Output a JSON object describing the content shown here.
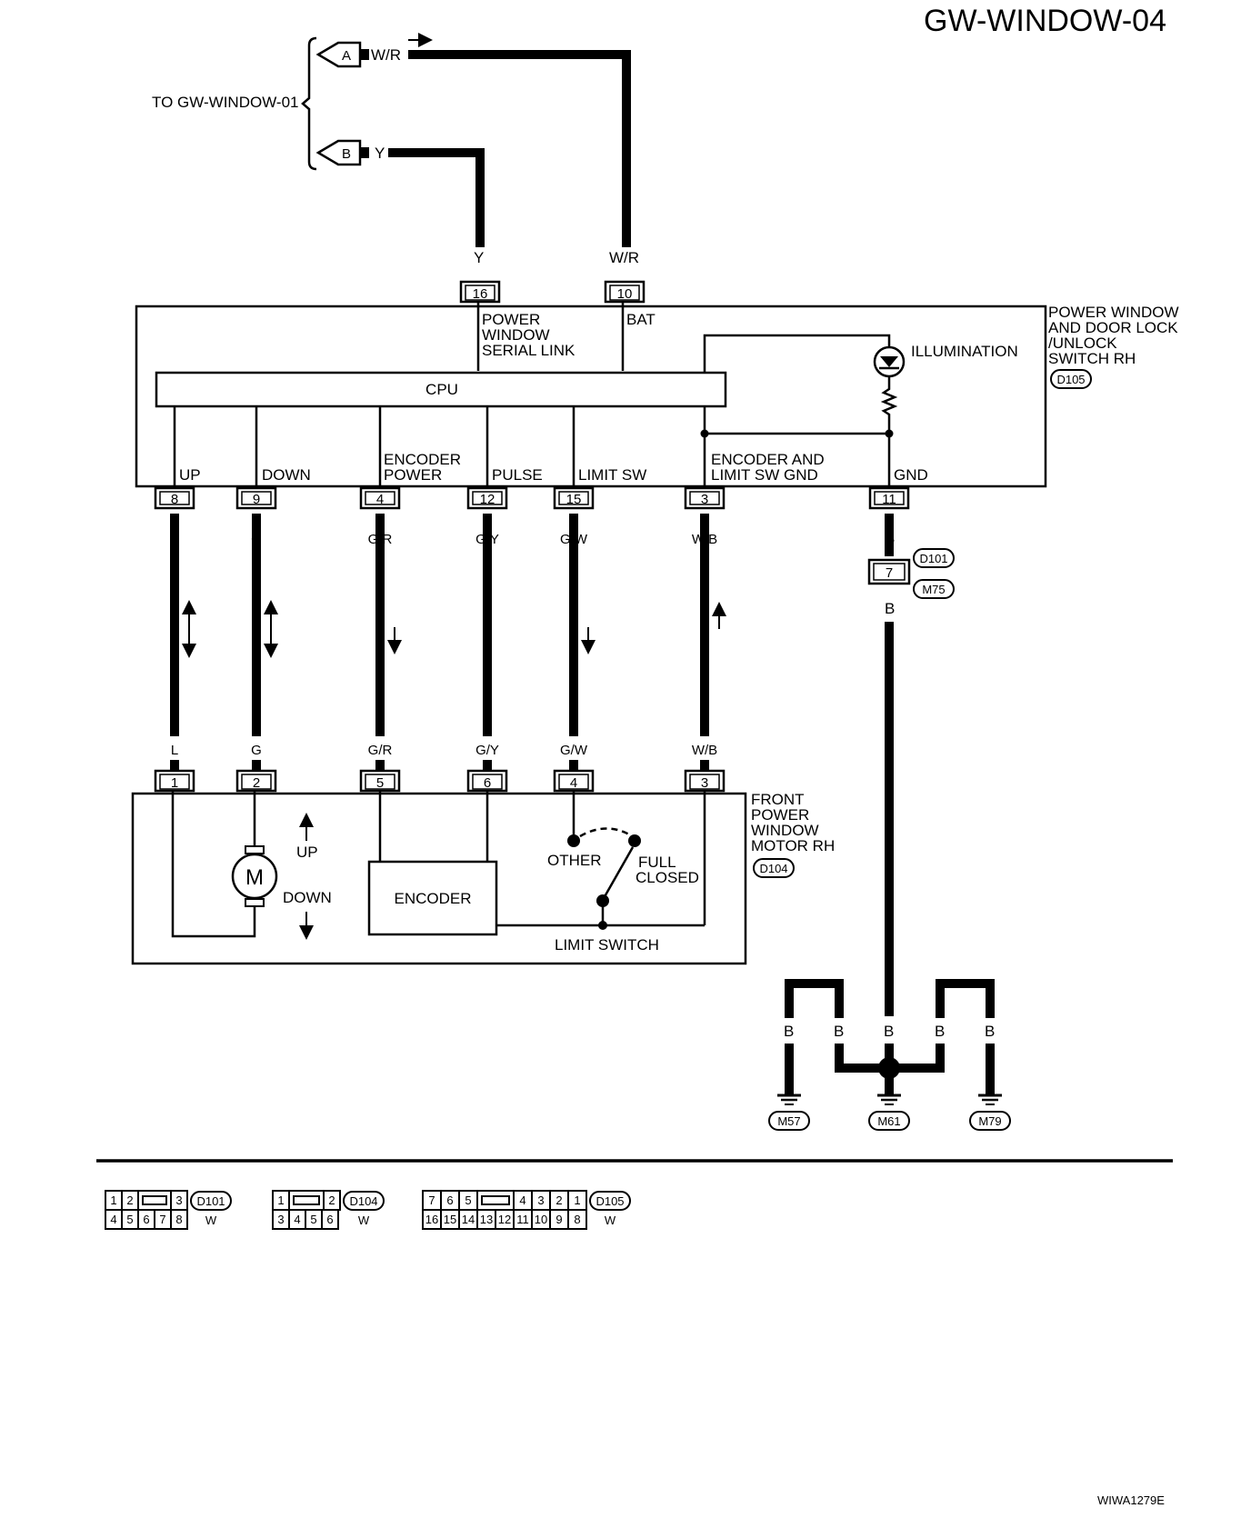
{
  "title": "GW-WINDOW-04",
  "figure_id": "WIWA1279E",
  "to_label": "TO GW-WINDOW-01",
  "offpage": [
    {
      "letter": "A",
      "color": "W/R"
    },
    {
      "letter": "B",
      "color": "Y"
    }
  ],
  "switch": {
    "name_lines": [
      "POWER WINDOW",
      "AND DOOR LOCK",
      "/UNLOCK",
      "SWITCH RH"
    ],
    "connector": "D105",
    "top_pins": [
      {
        "pin": "16",
        "wire": "Y"
      },
      {
        "pin": "10",
        "wire": "W/R"
      }
    ],
    "serial_link_lines": [
      "POWER",
      "WINDOW",
      "SERIAL LINK"
    ],
    "bat_label": "BAT",
    "cpu_label": "CPU",
    "illumination_label": "ILLUMINATION",
    "terminal_labels": {
      "up": "UP",
      "down": "DOWN",
      "encoder_power": [
        "ENCODER",
        "POWER"
      ],
      "pulse": "PULSE",
      "limit_sw": "LIMIT SW",
      "encoder_gnd": [
        "ENCODER AND",
        "LIMIT SW GND"
      ],
      "gnd": "GND"
    },
    "bottom_pins": [
      "8",
      "9",
      "4",
      "12",
      "15",
      "3",
      "11"
    ]
  },
  "harness": [
    {
      "top": "L",
      "bottom": "L"
    },
    {
      "top": "G",
      "bottom": "G"
    },
    {
      "top": "G/R",
      "bottom": "G/R"
    },
    {
      "top": "G/Y",
      "bottom": "G/Y"
    },
    {
      "top": "G/W",
      "bottom": "G/W"
    },
    {
      "top": "W/B",
      "bottom": "W/B"
    }
  ],
  "ground_path": {
    "wire_top": "B",
    "inline_pin": "7",
    "inline_connectors": [
      "D101",
      "M75"
    ],
    "wire_bottom": "B",
    "branch_wires": [
      "B",
      "B",
      "B",
      "B",
      "B"
    ],
    "grounds": [
      "M57",
      "M61",
      "M79"
    ]
  },
  "motor": {
    "name_lines": [
      "FRONT",
      "POWER",
      "WINDOW",
      "MOTOR RH"
    ],
    "connector": "D104",
    "pins": [
      "1",
      "2",
      "5",
      "6",
      "4",
      "3"
    ],
    "motor_symbol": "M",
    "up_label": "UP",
    "down_label": "DOWN",
    "encoder_label": "ENCODER",
    "other_label": "OTHER",
    "full_closed_lines": [
      "FULL",
      "CLOSED"
    ],
    "limit_switch_label": "LIMIT SWITCH"
  },
  "connector_views": [
    {
      "id": "D101",
      "color": "W",
      "row1": [
        "1",
        "2",
        "",
        "3"
      ],
      "row2": [
        "4",
        "5",
        "6",
        "7",
        "8"
      ]
    },
    {
      "id": "D104",
      "color": "W",
      "row1": [
        "1",
        "",
        "2"
      ],
      "row2": [
        "3",
        "4",
        "5",
        "6"
      ]
    },
    {
      "id": "D105",
      "color": "W",
      "row1": [
        "7",
        "6",
        "5",
        "",
        "4",
        "3",
        "2",
        "1"
      ],
      "row2": [
        "16",
        "15",
        "14",
        "13",
        "12",
        "11",
        "10",
        "9",
        "8"
      ]
    }
  ]
}
